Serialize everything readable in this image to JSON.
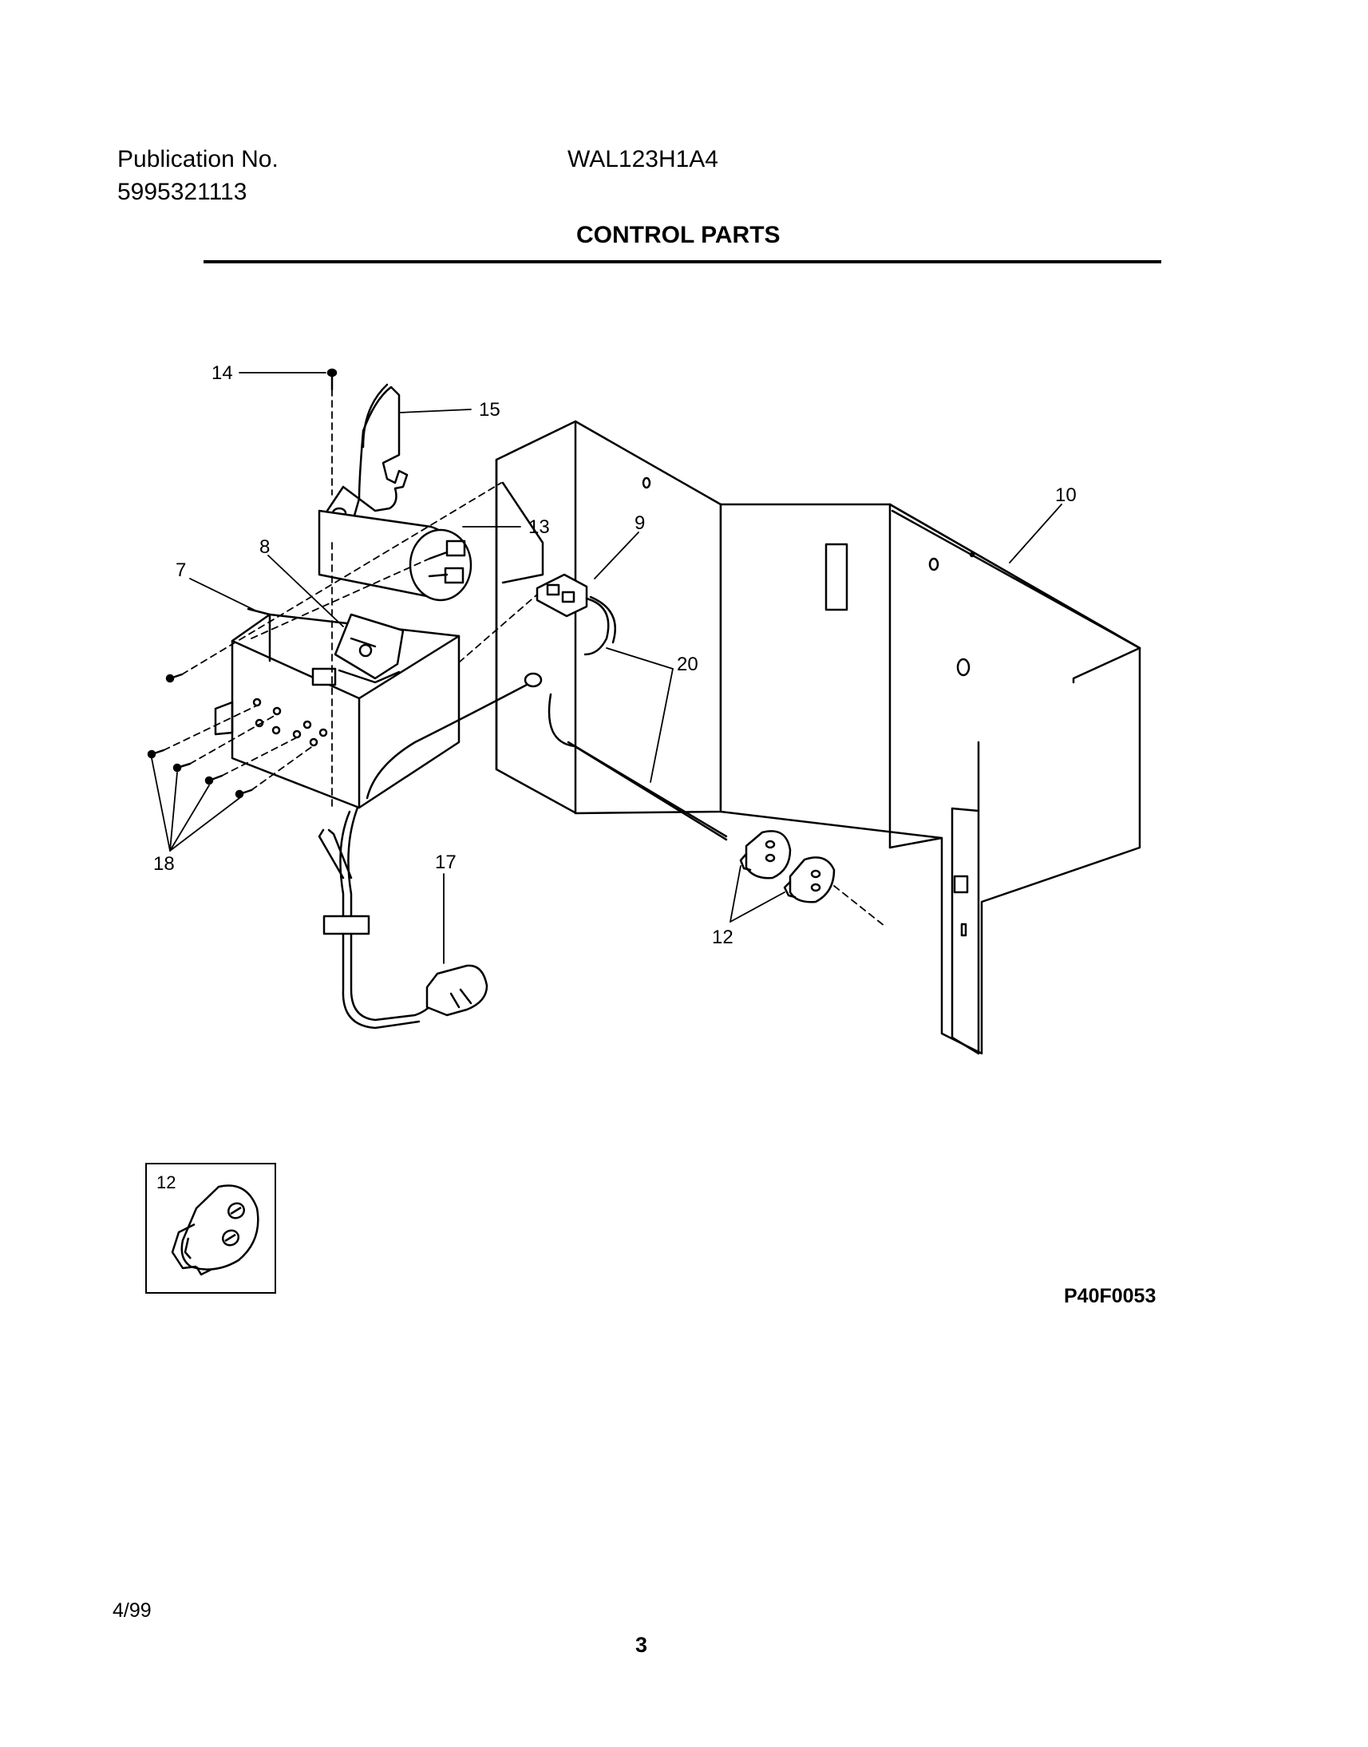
{
  "header": {
    "publication_label": "Publication No.",
    "publication_number": "5995321113",
    "model": "WAL123H1A4",
    "section_title": "CONTROL PARTS"
  },
  "callouts": {
    "c14": "14",
    "c15": "15",
    "c13": "13",
    "c8": "8",
    "c7": "7",
    "c9": "9",
    "c10": "10",
    "c20": "20",
    "c18": "18",
    "c17": "17",
    "c12": "12"
  },
  "detail_inset": {
    "label": "12"
  },
  "figure_code": "P40F0053",
  "footer": {
    "date": "4/99",
    "page": "3"
  }
}
